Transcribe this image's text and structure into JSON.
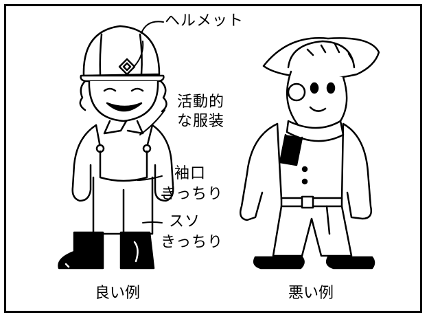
{
  "good_example": {
    "caption": "良い例",
    "annotations": {
      "helmet": "ヘルメット",
      "clothing_line1": "活動的",
      "clothing_line2": "な服装",
      "cuffs_line1": "袖口",
      "cuffs_line2": "きっちり",
      "hem_line1": "スソ",
      "hem_line2": "きっちり"
    }
  },
  "bad_example": {
    "caption": "悪い例"
  },
  "colors": {
    "ink": "#000000",
    "paper": "#ffffff"
  }
}
